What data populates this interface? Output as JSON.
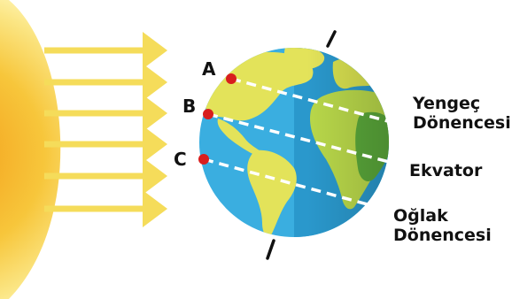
{
  "diagram": {
    "points": [
      {
        "id": "A",
        "label": "A"
      },
      {
        "id": "B",
        "label": "B"
      },
      {
        "id": "C",
        "label": "C"
      }
    ],
    "lines": {
      "tropic_of_cancer": {
        "line1": "Yengeç",
        "line2": "Dönencesi"
      },
      "equator": {
        "line1": "Ekvator"
      },
      "tropic_of_capricorn": {
        "line1": "Oğlak",
        "line2": "Dönencesi"
      }
    },
    "colors": {
      "sun_core": "#f7a81e",
      "sun_edge": "#fff3a0",
      "ray": "#f5dc5a",
      "ocean": "#3aaee0",
      "land": "#e3e35a",
      "land_green": "#3f9c35",
      "point": "#d81e1e",
      "dash_line": "#ffffff"
    }
  }
}
